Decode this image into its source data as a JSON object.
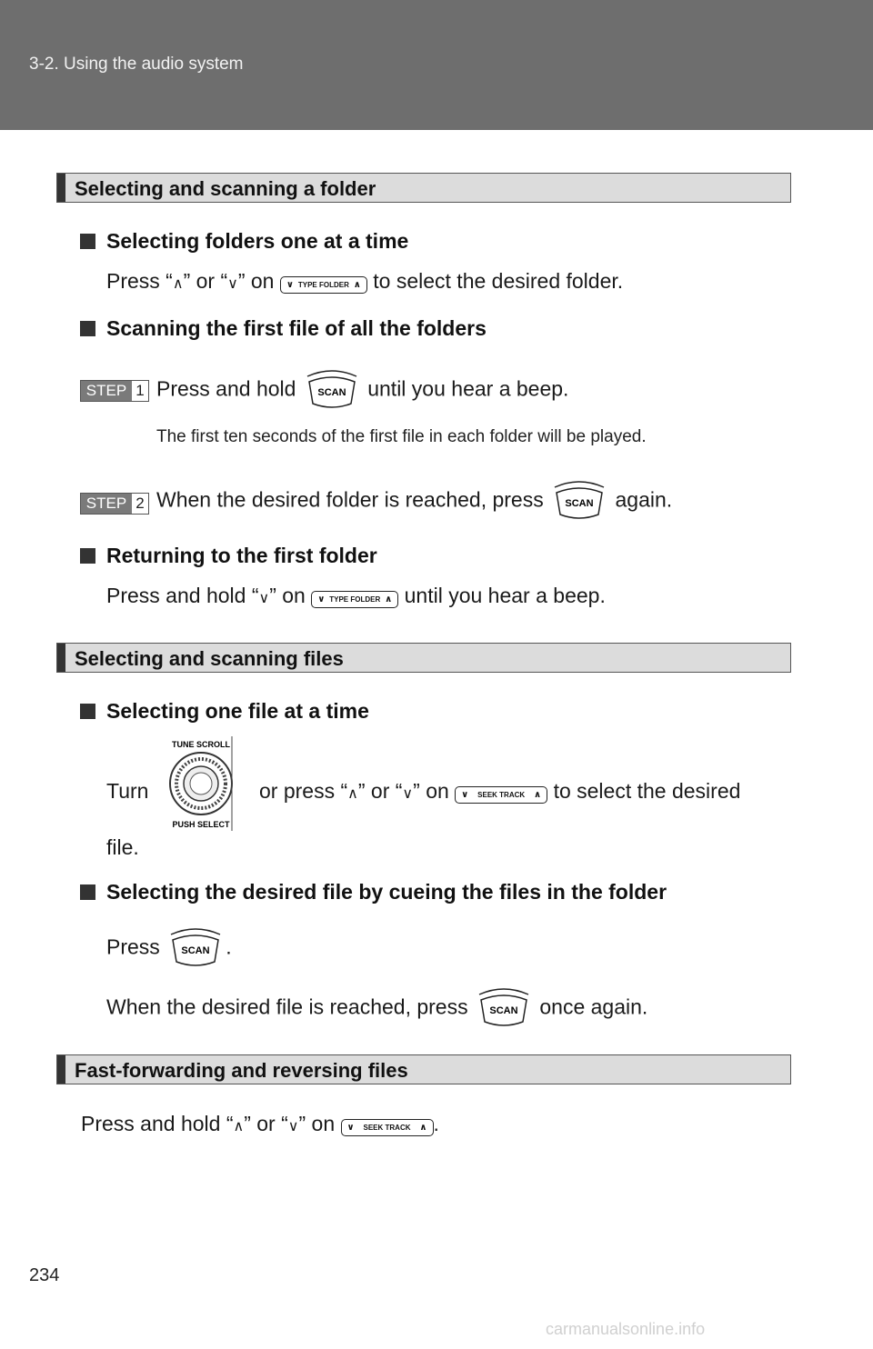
{
  "header": {
    "breadcrumb": "3-2. Using the audio system"
  },
  "s1": {
    "title": "Selecting and scanning a folder",
    "sub1": "Selecting folders one at a time",
    "p1a": "Press “",
    "up": "∧",
    "p1b": "” or “",
    "down": "∨",
    "p1c": "” on",
    "p1d": "to select the desired folder.",
    "sub2": "Scanning the first file of all the folders",
    "step1a": "Press and hold",
    "step1b": "until you hear a beep.",
    "note": "The first ten seconds of the first file in each folder will be played.",
    "step2a": "When the desired folder is reached, press",
    "step2b": "again.",
    "sub3": "Returning to the first folder",
    "p3a": "Press and hold “",
    "p3b": "” on",
    "p3c": "until you hear a beep."
  },
  "s2": {
    "title": "Selecting and scanning files",
    "sub1": "Selecting one file at a time",
    "turn": "Turn",
    "p1a": "or press “",
    "p1b": "” or “",
    "p1c": "” on",
    "p1d": "to select the desired",
    "file": "file.",
    "sub2": "Selecting the desired file by cueing the files in the folder",
    "press": "Press",
    "dot": ".",
    "p2a": "When the desired file is reached, press",
    "p2b": "once again."
  },
  "s3": {
    "title": "Fast-forwarding and reversing files",
    "p1a": "Press and hold “",
    "p1b": "” or “",
    "p1c": "” on",
    "dot": "."
  },
  "buttons": {
    "type_folder": "TYPE FOLDER",
    "seek_track": "SEEK TRACK",
    "scan": "SCAN"
  },
  "knob": {
    "top": "TUNE SCROLL",
    "bottom": "PUSH SELECT"
  },
  "steps": {
    "label": "STEP",
    "n1": "1",
    "n2": "2"
  },
  "footer": {
    "page": "234",
    "watermark": "carmanualsonline.info"
  }
}
